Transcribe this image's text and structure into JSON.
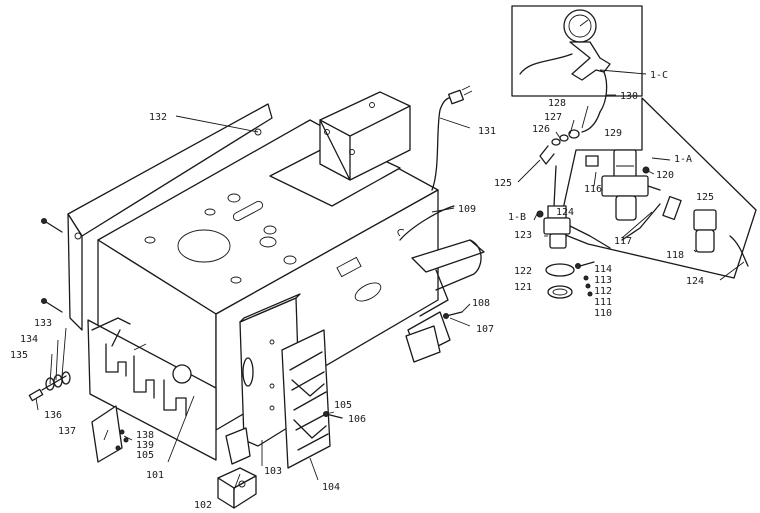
{
  "callouts": [
    {
      "key": "c101",
      "text": "101"
    },
    {
      "key": "c102",
      "text": "102"
    },
    {
      "key": "c103",
      "text": "103"
    },
    {
      "key": "c104",
      "text": "104"
    },
    {
      "key": "c105a",
      "text": "105"
    },
    {
      "key": "c105b",
      "text": "105"
    },
    {
      "key": "c106",
      "text": "106"
    },
    {
      "key": "c107",
      "text": "107"
    },
    {
      "key": "c108",
      "text": "108"
    },
    {
      "key": "c109",
      "text": "109"
    },
    {
      "key": "c110",
      "text": "110"
    },
    {
      "key": "c111",
      "text": "111"
    },
    {
      "key": "c112",
      "text": "112"
    },
    {
      "key": "c113",
      "text": "113"
    },
    {
      "key": "c114",
      "text": "114"
    },
    {
      "key": "c116",
      "text": "116"
    },
    {
      "key": "c117",
      "text": "117"
    },
    {
      "key": "c118",
      "text": "118"
    },
    {
      "key": "c120",
      "text": "120"
    },
    {
      "key": "c121",
      "text": "121"
    },
    {
      "key": "c122",
      "text": "122"
    },
    {
      "key": "c123",
      "text": "123"
    },
    {
      "key": "c124a",
      "text": "124"
    },
    {
      "key": "c124b",
      "text": "124"
    },
    {
      "key": "c125a",
      "text": "125"
    },
    {
      "key": "c125b",
      "text": "125"
    },
    {
      "key": "c126",
      "text": "126"
    },
    {
      "key": "c127",
      "text": "127"
    },
    {
      "key": "c128",
      "text": "128"
    },
    {
      "key": "c129",
      "text": "129"
    },
    {
      "key": "c130",
      "text": "130"
    },
    {
      "key": "c131",
      "text": "131"
    },
    {
      "key": "c132",
      "text": "132"
    },
    {
      "key": "c133",
      "text": "133"
    },
    {
      "key": "c134",
      "text": "134"
    },
    {
      "key": "c135",
      "text": "135"
    },
    {
      "key": "c136",
      "text": "136"
    },
    {
      "key": "c137",
      "text": "137"
    },
    {
      "key": "c138",
      "text": "138"
    },
    {
      "key": "c139",
      "text": "139"
    },
    {
      "key": "c1A",
      "text": "1-A"
    },
    {
      "key": "c1B",
      "text": "1-B"
    },
    {
      "key": "c1C",
      "text": "1-C"
    }
  ]
}
